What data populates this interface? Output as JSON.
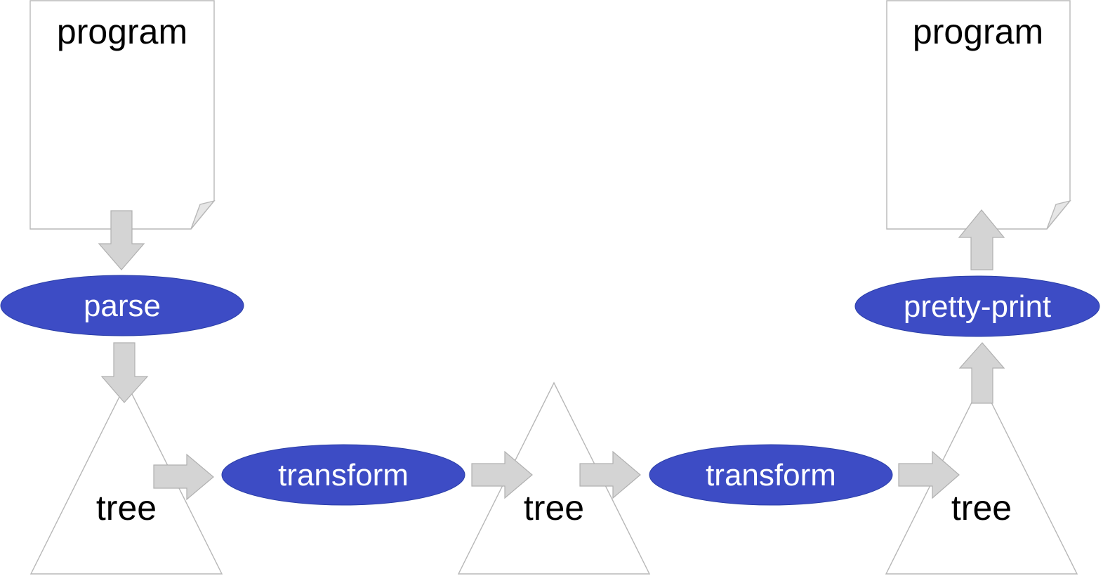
{
  "documents": {
    "input": {
      "label": "program"
    },
    "output": {
      "label": "program"
    }
  },
  "processes": {
    "parse": {
      "label": "parse"
    },
    "transform_1": {
      "label": "transform"
    },
    "transform_2": {
      "label": "transform"
    },
    "pretty_print": {
      "label": "pretty-print"
    }
  },
  "trees": {
    "tree_1": {
      "label": "tree"
    },
    "tree_2": {
      "label": "tree"
    },
    "tree_3": {
      "label": "tree"
    }
  },
  "colors": {
    "process_fill": "#3d4cc5",
    "arrow_fill": "#d4d4d4",
    "outline": "#b8b8b8"
  }
}
